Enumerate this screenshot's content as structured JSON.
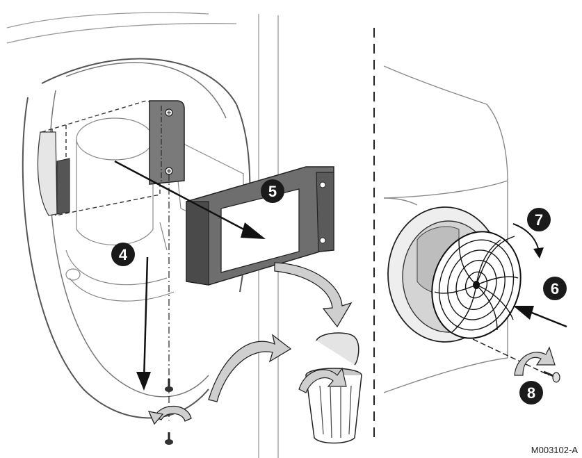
{
  "steps": [
    {
      "label": "4"
    },
    {
      "label": "5"
    },
    {
      "label": "6"
    },
    {
      "label": "7"
    },
    {
      "label": "8"
    }
  ],
  "reference": "M003102-A",
  "colors": {
    "line": "#222222",
    "bracket": "#6e6e6e",
    "bracket_dark": "#3a3a3a",
    "arrow_fill": "#cfcfcf",
    "panel_gray": "#d9d9d9",
    "badge": "#1a1a1a"
  },
  "icons": [
    "screw-icon",
    "rotate-ccw-icon",
    "rotate-cw-icon",
    "trash-bin-icon",
    "fan-grille-icon"
  ]
}
